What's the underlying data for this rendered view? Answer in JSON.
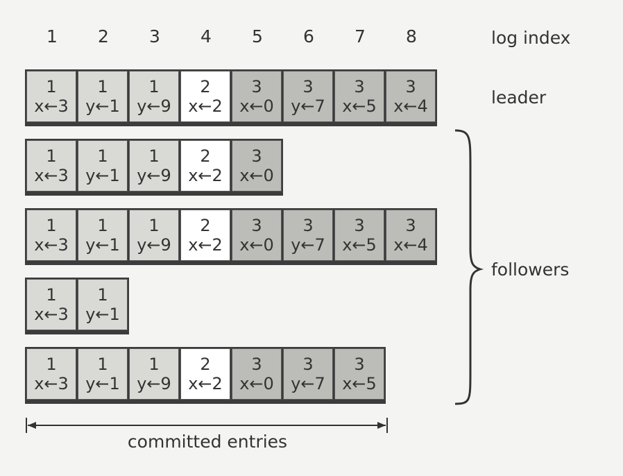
{
  "log_index_numbers": [
    "1",
    "2",
    "3",
    "4",
    "5",
    "6",
    "7",
    "8"
  ],
  "labels": {
    "log_index": "log index",
    "leader": "leader",
    "followers": "followers",
    "committed": "committed entries"
  },
  "term_colors": {
    "1": "#d9d9d6",
    "2": "#ffffff",
    "3": "#bcbcb8"
  },
  "leader": [
    {
      "term": "1",
      "cmd": "x←3"
    },
    {
      "term": "1",
      "cmd": "y←1"
    },
    {
      "term": "1",
      "cmd": "y←9"
    },
    {
      "term": "2",
      "cmd": "x←2"
    },
    {
      "term": "3",
      "cmd": "x←0"
    },
    {
      "term": "3",
      "cmd": "y←7"
    },
    {
      "term": "3",
      "cmd": "x←5"
    },
    {
      "term": "3",
      "cmd": "x←4"
    }
  ],
  "followers": [
    [
      {
        "term": "1",
        "cmd": "x←3"
      },
      {
        "term": "1",
        "cmd": "y←1"
      },
      {
        "term": "1",
        "cmd": "y←9"
      },
      {
        "term": "2",
        "cmd": "x←2"
      },
      {
        "term": "3",
        "cmd": "x←0"
      }
    ],
    [
      {
        "term": "1",
        "cmd": "x←3"
      },
      {
        "term": "1",
        "cmd": "y←1"
      },
      {
        "term": "1",
        "cmd": "y←9"
      },
      {
        "term": "2",
        "cmd": "x←2"
      },
      {
        "term": "3",
        "cmd": "x←0"
      },
      {
        "term": "3",
        "cmd": "y←7"
      },
      {
        "term": "3",
        "cmd": "x←5"
      },
      {
        "term": "3",
        "cmd": "x←4"
      }
    ],
    [
      {
        "term": "1",
        "cmd": "x←3"
      },
      {
        "term": "1",
        "cmd": "y←1"
      }
    ],
    [
      {
        "term": "1",
        "cmd": "x←3"
      },
      {
        "term": "1",
        "cmd": "y←1"
      },
      {
        "term": "1",
        "cmd": "y←9"
      },
      {
        "term": "2",
        "cmd": "x←2"
      },
      {
        "term": "3",
        "cmd": "x←0"
      },
      {
        "term": "3",
        "cmd": "y←7"
      },
      {
        "term": "3",
        "cmd": "x←5"
      }
    ]
  ],
  "committed_through_index": 7
}
